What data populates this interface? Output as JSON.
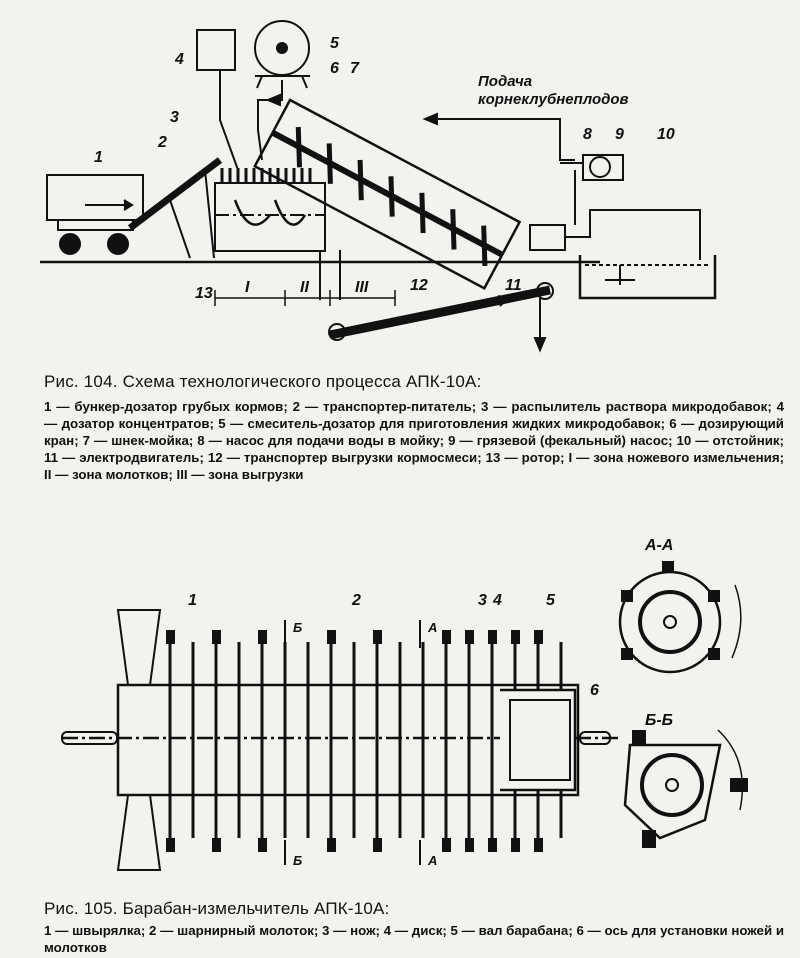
{
  "fig104": {
    "caption_title": "Рис. 104. Схема технологического процесса АПК-10А:",
    "caption_body": "1 — бункер-дозатор грубых кормов; 2 — транспортер-питатель; 3 — распылитель раствора микродобавок; 4 — дозатор концентратов; 5 — смеситель-дозатор для приготовления жидких микродобавок; 6 — дозирующий кран; 7 — шнек-мойка; 8 — насос для подачи воды в мойку; 9 — грязевой (фекальный) насос; 10 — отстойник; 11 — электродвигатель; 12 — транспортер выгрузки кормосмеси; 13 — ротор; I — зона ножевого измельчения; II — зона молотков; III — зона выгрузки",
    "feed_label_line1": "Подача",
    "feed_label_line2": "корнеклубнеплодов",
    "numbers": [
      "1",
      "2",
      "3",
      "4",
      "5",
      "6",
      "7",
      "8",
      "9",
      "10",
      "11",
      "12",
      "13"
    ],
    "zones": [
      "I",
      "II",
      "III"
    ]
  },
  "fig105": {
    "caption_title": "Рис. 105. Барабан-измельчитель АПК-10А:",
    "caption_body": "1 — швырялка; 2 — шарнирный молоток; 3 — нож; 4 — диск; 5 — вал барабана; 6 — ось для установки ножей и молотков",
    "numbers": [
      "1",
      "2",
      "3",
      "4",
      "5",
      "6"
    ],
    "section_aa": "А-А",
    "section_bb": "Б-Б",
    "cut_a": "А",
    "cut_b": "Б"
  }
}
